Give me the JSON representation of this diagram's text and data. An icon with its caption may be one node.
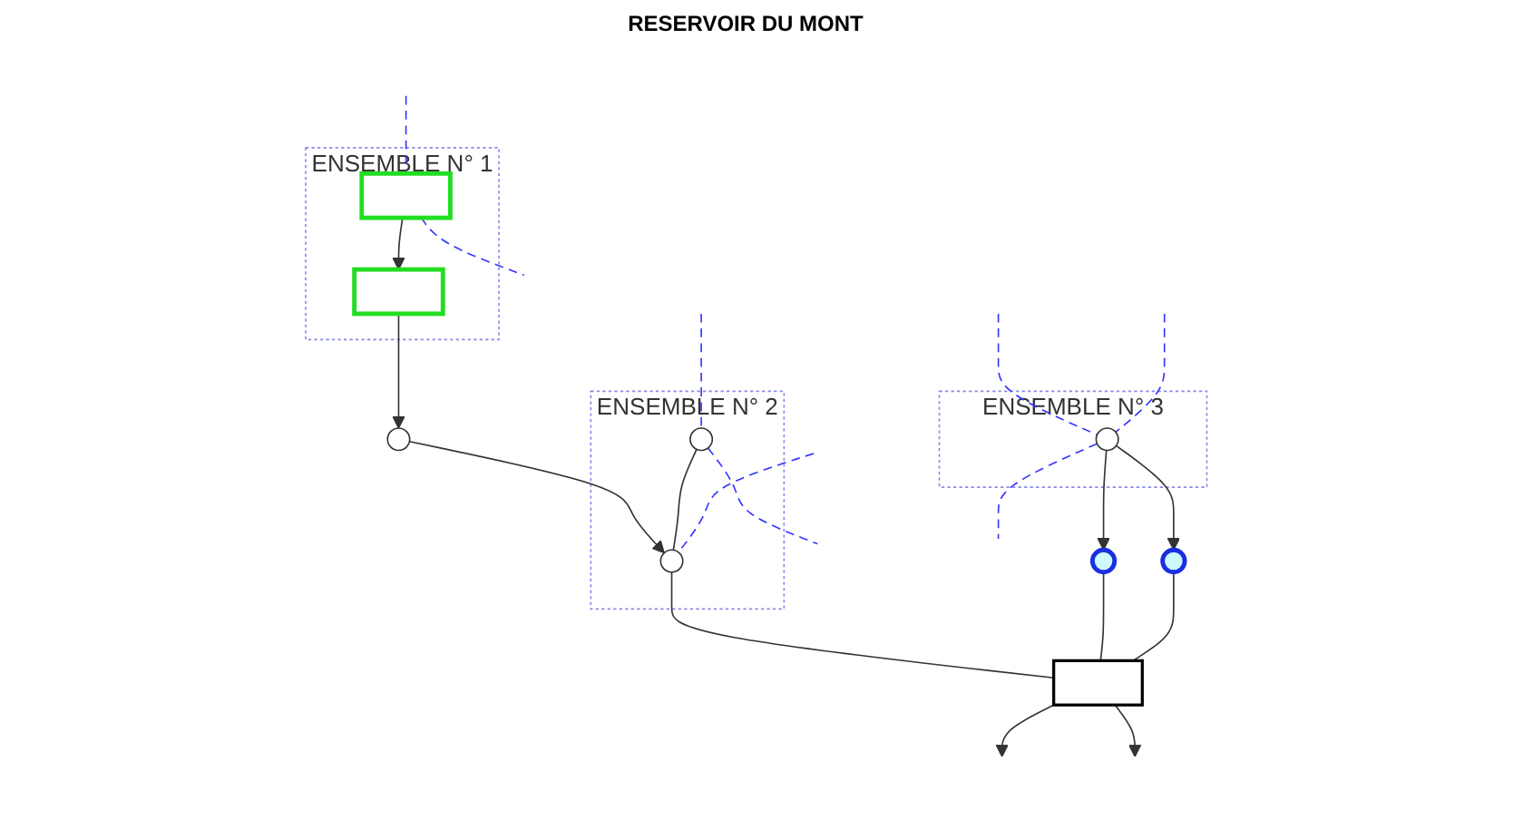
{
  "diagram": {
    "nodes": [
      {
        "text": [
          "ENSEMBLE N° 1"
        ]
      },
      {
        "text": [],
        "shape": "box",
        "in": 0
      },
      {
        "text": [],
        "shape": "box",
        "in": 0
      },
      {
        "text": [],
        "shape": "circle"
      },
      {
        "text": [
          "ENSEMBLE N° 2"
        ]
      },
      {
        "text": [],
        "shape": "circle",
        "in": 4
      },
      {
        "text": [],
        "shape": "circle",
        "in": 4
      },
      {
        "text": [
          "ENSEMBLE N° 3"
        ]
      },
      {
        "text": [],
        "shape": "circle",
        "in": 7
      },
      {
        "text": [],
        "shape": "circle"
      },
      {
        "text": [],
        "shape": "circle"
      },
      {
        "text": [],
        "shape": "box"
      }
    ],
    "edges": [
      {
        "from": null,
        "to": 1,
        "arrow": "none",
        "style": "dashed",
        "color": "#3333ff"
      },
      {
        "from": 1,
        "to": null,
        "arrow": "none",
        "style": "dashed",
        "color": "#3333ff"
      },
      {
        "from": 1,
        "to": 2,
        "arrow": "to"
      },
      {
        "from": 2,
        "to": 3,
        "arrow": "to"
      },
      {
        "from": 3,
        "to": 6,
        "arrow": "to"
      },
      {
        "from": null,
        "to": 5,
        "arrow": "none",
        "style": "dashed",
        "color": "#3333ff"
      },
      {
        "from": 5,
        "to": null,
        "arrow": "none",
        "style": "dashed",
        "color": "#3333ff"
      },
      {
        "from": 5,
        "to": 6,
        "arrow": "none"
      },
      {
        "from": null,
        "to": 6,
        "arrow": "none",
        "style": "dashed",
        "color": "#3333ff"
      },
      {
        "from": null,
        "to": 8,
        "arrow": "none",
        "style": "dashed",
        "color": "#3333ff"
      },
      {
        "from": null,
        "to": 8,
        "arrow": "none",
        "style": "dashed",
        "color": "#3333ff"
      },
      {
        "from": 8,
        "to": null,
        "arrow": "none",
        "style": "dashed",
        "color": "#3333ff"
      },
      {
        "from": 8,
        "to": 9,
        "arrow": "to"
      },
      {
        "from": 8,
        "to": 10,
        "arrow": "to"
      },
      {
        "from": 6,
        "to": 11,
        "arrow": "none"
      },
      {
        "from": 9,
        "to": 11,
        "arrow": "none"
      },
      {
        "from": 10,
        "to": 11,
        "arrow": "none"
      },
      {
        "from": 11,
        "to": null,
        "arrow": "to"
      },
      {
        "from": 11,
        "to": null,
        "arrow": "to"
      }
    ],
    "labels": [
      "RESERVOIR DU MONT"
    ]
  }
}
